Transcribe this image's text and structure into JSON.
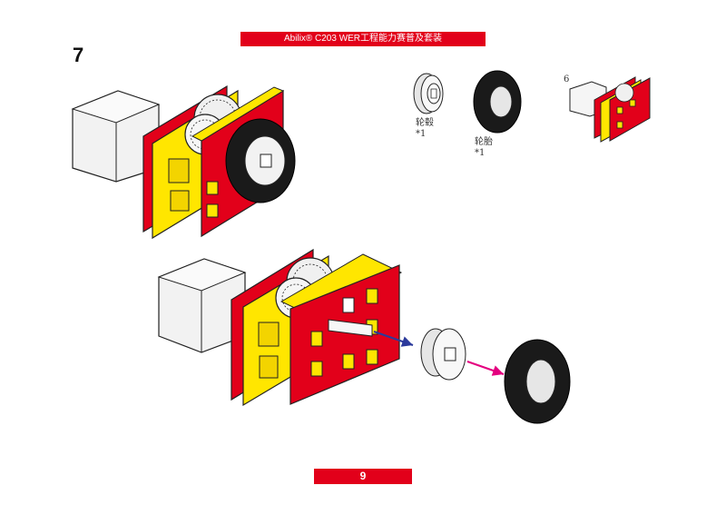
{
  "header": {
    "title": "Abilix® C203 WER工程能力赛普及套装"
  },
  "step": {
    "number": "7"
  },
  "parts": [
    {
      "name": "轮毂",
      "qty": "*1"
    },
    {
      "name": "轮胎",
      "qty": "*1"
    }
  ],
  "reference": {
    "label": "6"
  },
  "footer": {
    "page_number": "9"
  },
  "colors": {
    "brand_red": "#e2001a",
    "frame_yellow": "#ffe600",
    "tire_black": "#1a1a1a",
    "arrow_blue": "#2b3a9b",
    "arrow_pink": "#e4007f"
  }
}
